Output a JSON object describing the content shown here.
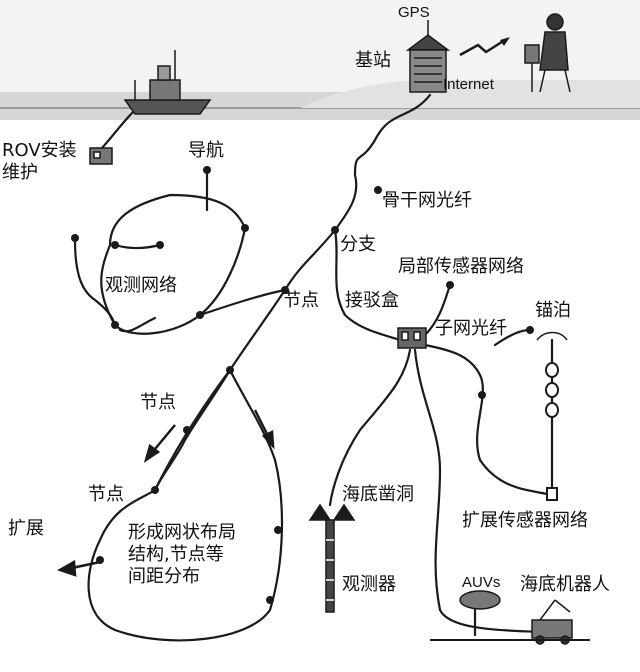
{
  "labels": {
    "gps": "GPS",
    "base_station": "基站",
    "internet": "Internet",
    "rov": "ROV安装\n维护",
    "navigation": "导航",
    "backbone_fiber": "骨干网光纤",
    "branch": "分支",
    "local_sensor_network": "局部传感器网络",
    "observation_network": "观测网络",
    "node_upper": "节点",
    "junction_box": "接驳盒",
    "subnet_fiber": "子网光纤",
    "mooring": "锚泊",
    "node_middle": "节点",
    "node_lower": "节点",
    "expand": "扩展",
    "mesh_note": "形成网状布局\n结构,节点等\n间距分布",
    "borehole": "海底凿洞",
    "extended_sensor_network": "扩展传感器网络",
    "observer": "观测器",
    "auvs": "AUVs",
    "seabed_robot": "海底机器人"
  },
  "icons": [
    "ship-icon",
    "base-station-icon",
    "operator-icon",
    "rov-icon",
    "junction-box-icon",
    "buoy-icon",
    "auv-icon",
    "seabed-robot-icon",
    "borehole-observer-icon",
    "signal-icon"
  ],
  "colors": {
    "line": "#1a1a1a",
    "sea_top": "#cfcfcf",
    "sky": "#efefef"
  }
}
